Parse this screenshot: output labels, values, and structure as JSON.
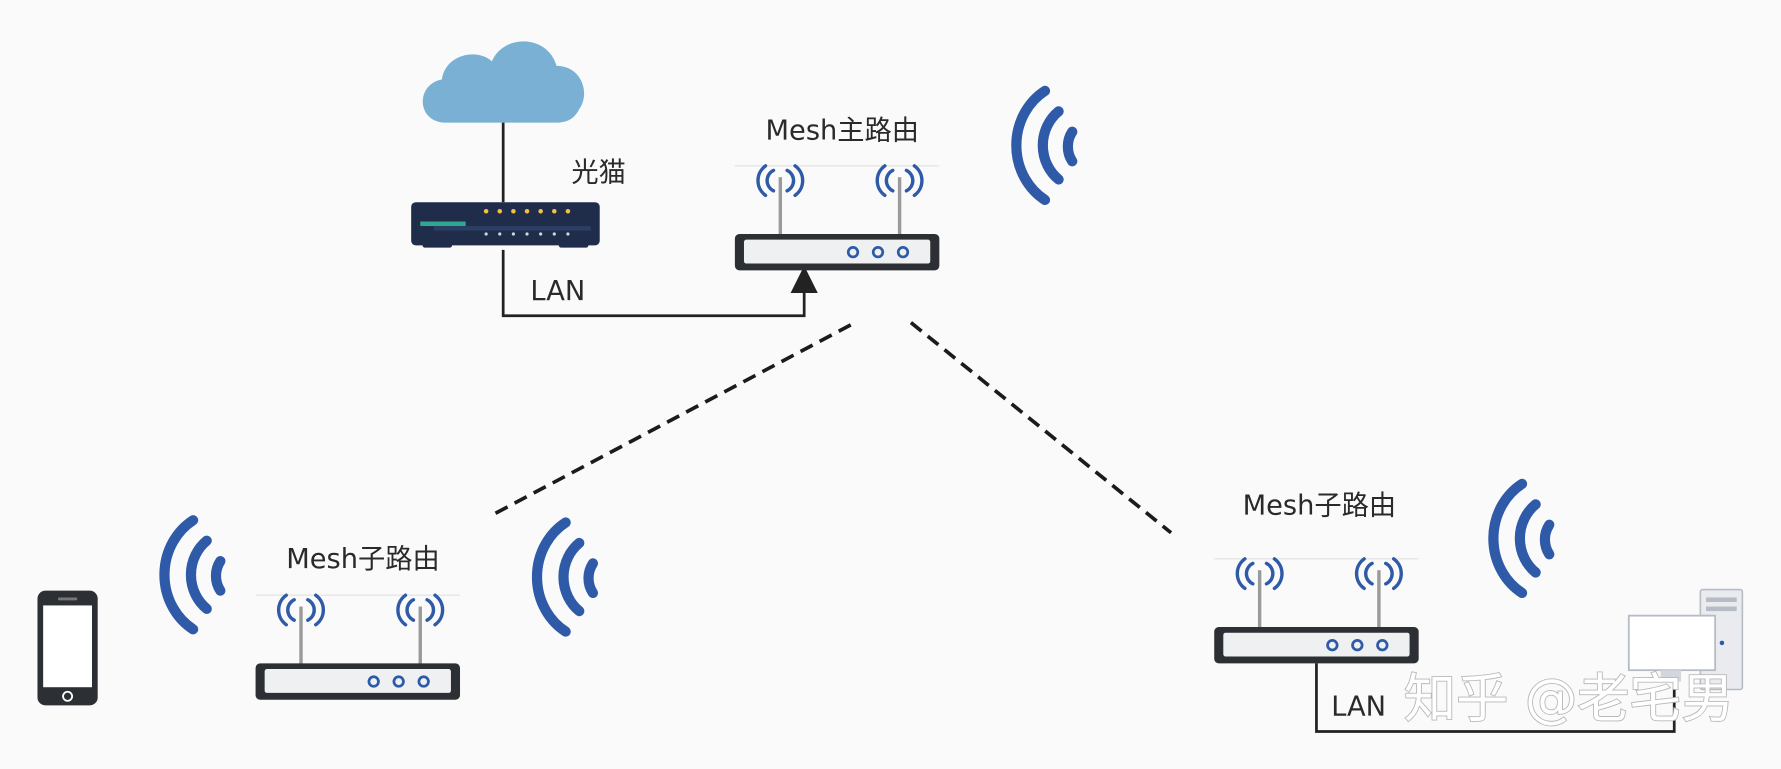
{
  "labels": {
    "modem": "光猫",
    "main_router": "Mesh主路由",
    "sub_router_left": "Mesh子路由",
    "sub_router_right": "Mesh子路由",
    "lan_top": "LAN",
    "lan_bottom": "LAN"
  },
  "watermark": "知乎 @老宅男",
  "colors": {
    "cloud": "#7ab0d3",
    "signal": "#2e5aa8",
    "router_body": "#2c2f33",
    "router_panel": "#eef0f2",
    "led": "#2e5aa8",
    "modem_body": "#1f2d4a",
    "modem_led": "#f0c243",
    "line": "#222222"
  }
}
